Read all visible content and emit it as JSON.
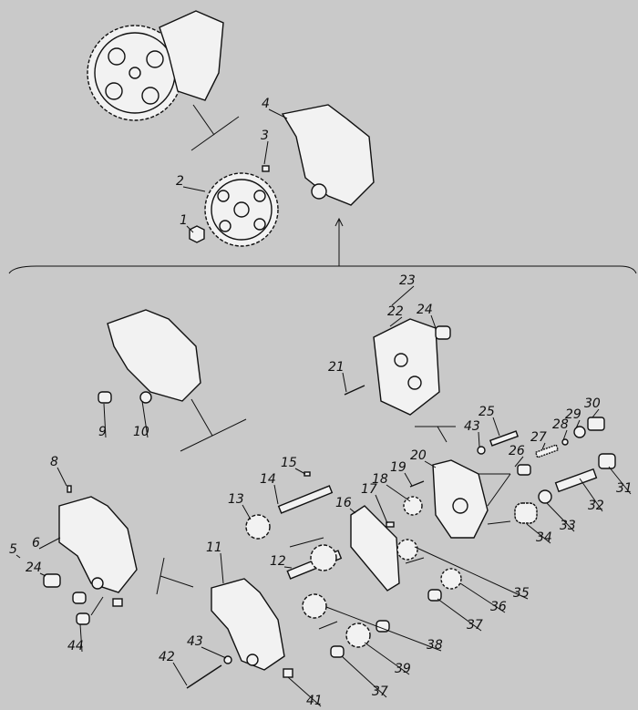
{
  "diagram": {
    "type": "exploded-parts-view",
    "colors": {
      "background": "#c9c9c9",
      "ink": "#111111",
      "part_fill": "#f2f2f2"
    },
    "callouts": [
      "1",
      "2",
      "3",
      "4",
      "5",
      "6",
      "8",
      "9",
      "10",
      "11",
      "12",
      "13",
      "14",
      "15",
      "16",
      "17",
      "18",
      "19",
      "20",
      "21",
      "22",
      "23",
      "24",
      "24",
      "25",
      "26",
      "27",
      "28",
      "29",
      "30",
      "31",
      "32",
      "33",
      "34",
      "35",
      "36",
      "37",
      "37",
      "38",
      "39",
      "41",
      "42",
      "43",
      "43",
      "44"
    ]
  }
}
